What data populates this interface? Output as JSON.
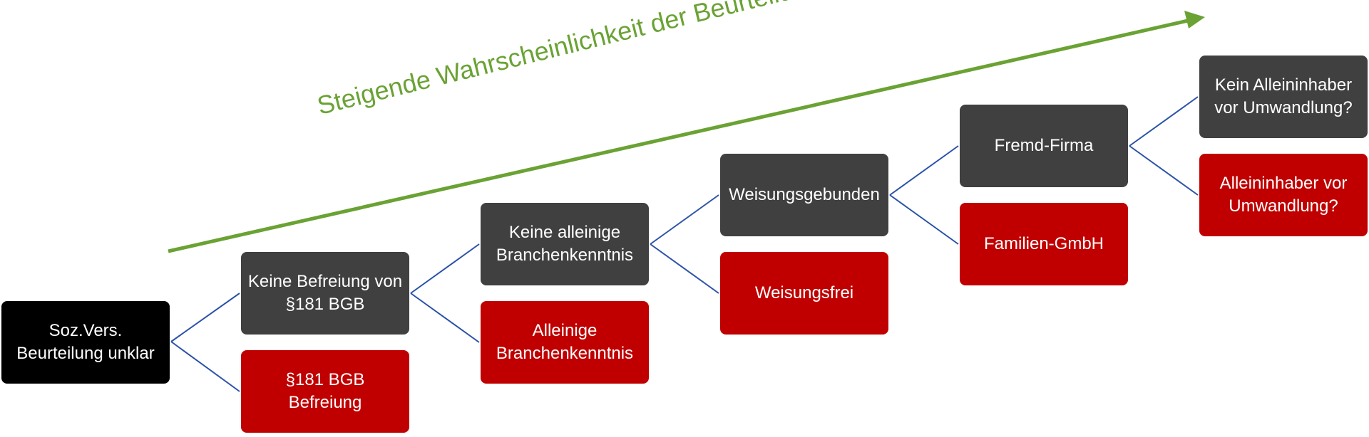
{
  "colors": {
    "root_fill": "#000000",
    "positive_fill": "#404040",
    "negative_fill": "#c00000",
    "node_text": "#ffffff",
    "connector": "#2a52a8",
    "trend_arrow": "#6aa234"
  },
  "trend": {
    "label": "Steigende Wahrscheinlichkeit der Beurteilung als Angestellter"
  },
  "nodes": {
    "root": "Soz.Vers.\nBeurteilung unklar",
    "level1_positive": "Keine Befreiung von\n§181 BGB",
    "level1_negative": "§181 BGB Befreiung",
    "level2_positive": "Keine alleinige\nBranchenkenntnis",
    "level2_negative": "Alleinige\nBranchenkenntnis",
    "level3_positive": "Weisungsgebunden",
    "level3_negative": "Weisungsfrei",
    "level4_positive": "Fremd-Firma",
    "level4_negative": "Familien-GmbH",
    "level5_positive": "Kein Alleininhaber\nvor Umwandlung?",
    "level5_negative": "Alleininhaber vor\nUmwandlung?"
  }
}
